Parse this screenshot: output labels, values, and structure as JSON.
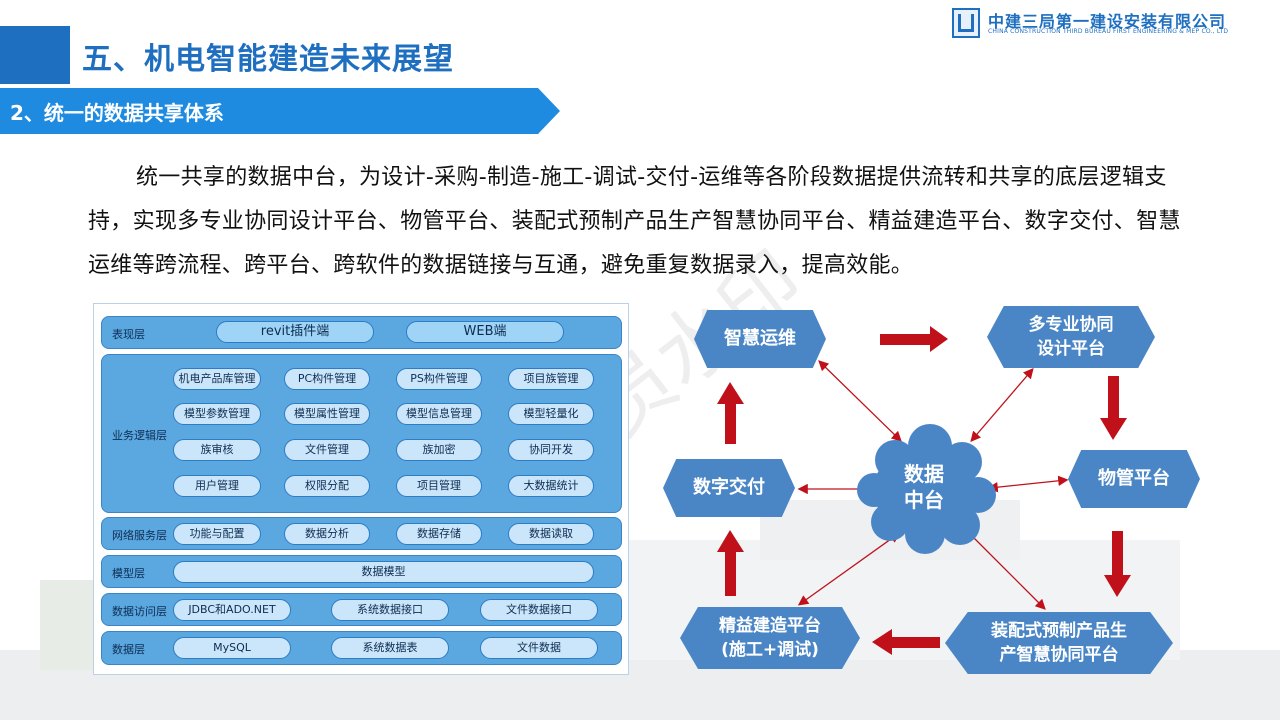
{
  "header": {
    "main_title": "五、机电智能建造未来展望",
    "section_title": "2、统一的数据共享体系"
  },
  "logo": {
    "cn": "中建三局第一建设安装有限公司",
    "en": "CHINA CONSTRUCTION THIRD BUREAU FIRST ENGINEERING & MEP CO., LTD"
  },
  "paragraph": "统一共享的数据中台，为设计-采购-制造-施工-调试-交付-运维等各阶段数据提供流转和共享的底层逻辑支持，实现多专业协同设计平台、物管平台、装配式预制产品生产智慧协同平台、精益建造平台、数字交付、智慧运维等跨流程、跨平台、跨软件的数据链接与互通，避免重复数据录入，提高效能。",
  "architecture": {
    "presentation": {
      "label": "表现层",
      "items": [
        "revit插件端",
        "WEB端"
      ]
    },
    "business": {
      "label": "业务逻辑层",
      "rows": [
        [
          "机电产品库管理",
          "PC构件管理",
          "PS构件管理",
          "项目族管理"
        ],
        [
          "模型参数管理",
          "模型属性管理",
          "模型信息管理",
          "模型轻量化"
        ],
        [
          "族审核",
          "文件管理",
          "族加密",
          "协同开发"
        ],
        [
          "用户管理",
          "权限分配",
          "项目管理",
          "大数据统计"
        ]
      ]
    },
    "network": {
      "label": "网络服务层",
      "items": [
        "功能与配置",
        "数据分析",
        "数据存储",
        "数据读取"
      ]
    },
    "model": {
      "label": "模型层",
      "items": [
        "数据模型"
      ]
    },
    "access": {
      "label": "数据访问层",
      "items": [
        "JDBC和ADO.NET",
        "系统数据接口",
        "文件数据接口"
      ]
    },
    "data": {
      "label": "数据层",
      "items": [
        "MySQL",
        "系统数据表",
        "文件数据"
      ]
    }
  },
  "flow": {
    "smart_ops": "智慧运维",
    "multi_design_1": "多专业协同",
    "multi_design_2": "设计平台",
    "digital_delivery": "数字交付",
    "center_1": "数据",
    "center_2": "中台",
    "property_mgmt": "物管平台",
    "lean_1": "精益建造平台",
    "lean_2": "(施工+调试)",
    "prefab_1": "装配式预制产品生",
    "prefab_2": "产智慧协同平台"
  },
  "watermark": "非会员水印",
  "colors": {
    "accent": "#1f6fc0",
    "hex_fill": "#4a86c6",
    "arrow": "#c0111b",
    "layer": "#5ba7e0"
  }
}
